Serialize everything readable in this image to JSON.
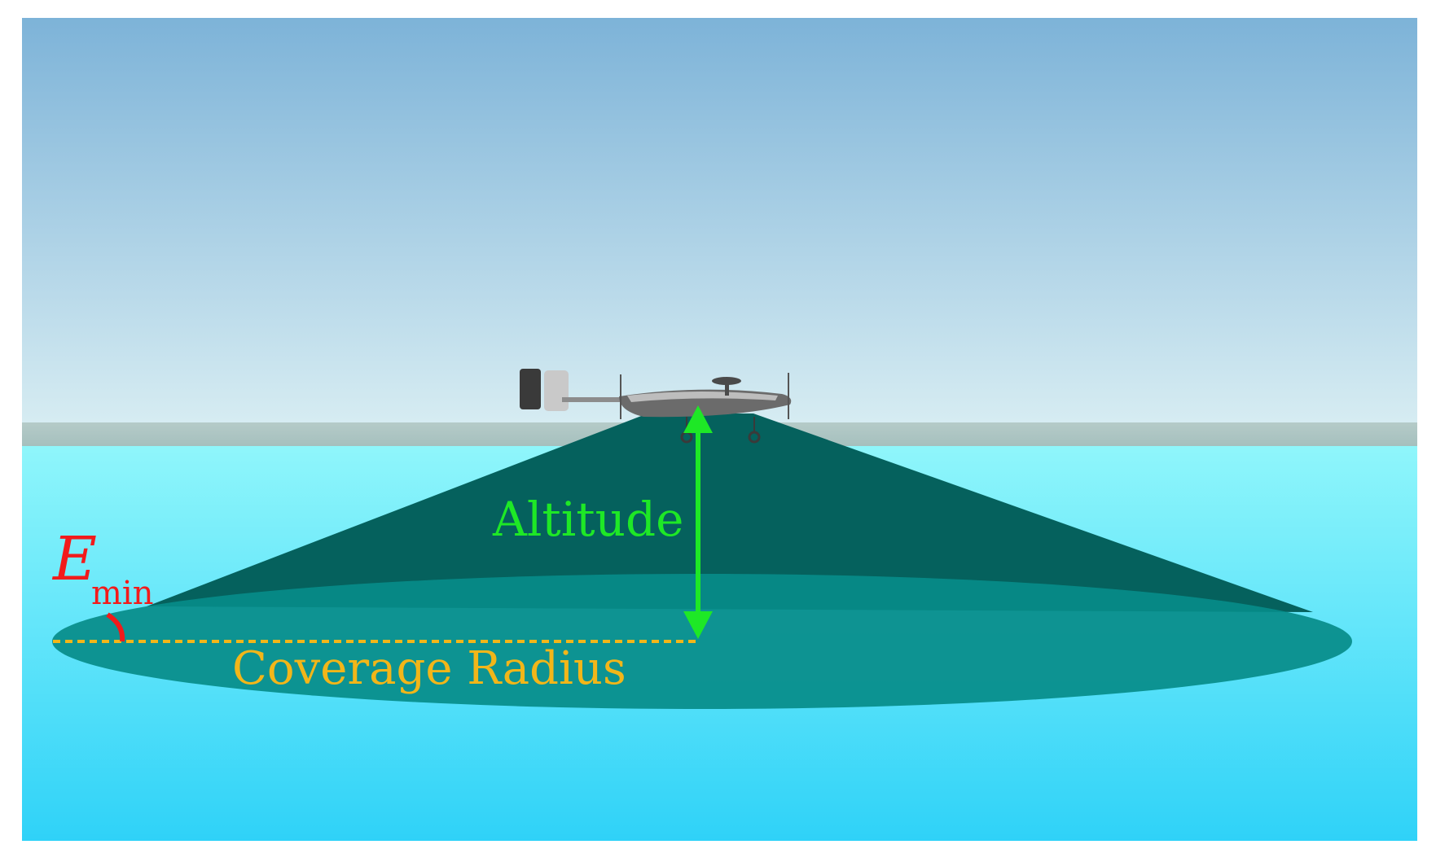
{
  "labels": {
    "altitude": "Altitude",
    "coverage_radius": "Coverage Radius",
    "elevation_symbol": "E",
    "elevation_subscript": "min"
  },
  "colors": {
    "sky_top": "#7db3d8",
    "sky_bottom": "#d6ecf2",
    "horizon_band": "#a9c3c0",
    "sea_top": "#8ff6fb",
    "sea_bottom": "#2fd2f8",
    "cone": "#05615d",
    "coverage_disk": "#068c89",
    "altitude_arrow": "#1ee826",
    "radius_line": "#f2b619",
    "elevation_angle": "#f21a1a",
    "aircraft": "#5a5a5a"
  },
  "icons": {
    "aircraft": "uav-aircraft-icon"
  }
}
